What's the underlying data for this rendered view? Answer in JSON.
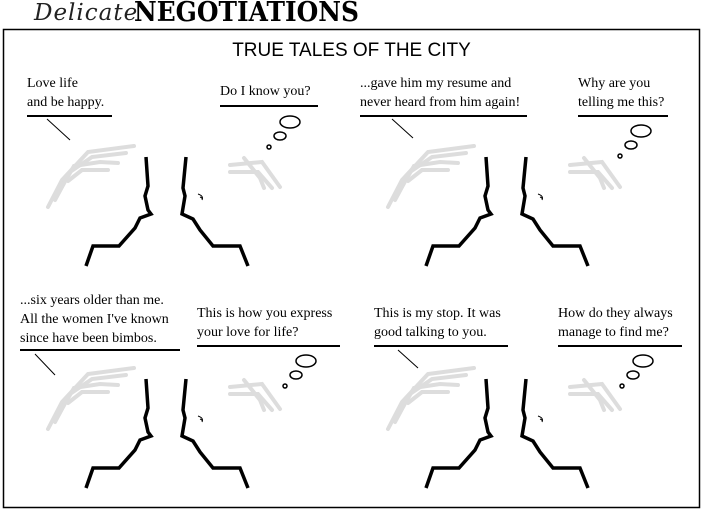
{
  "header": {
    "word1": "Delicate",
    "word2": "NEGOTIATIONS"
  },
  "title": "TRUE TALES OF THE CITY",
  "panels": [
    {
      "speech": [
        "Love life",
        "and be happy."
      ],
      "thought": [
        "Do I know you?"
      ]
    },
    {
      "speech": [
        "...gave him my resume and",
        "never heard from him again!"
      ],
      "thought": [
        "Why are you",
        "telling me this?"
      ]
    },
    {
      "speech": [
        "...six years older than me.",
        "All the women I've known",
        "since have been bimbos."
      ],
      "thought": [
        "This is how you express",
        "your love for life?"
      ]
    },
    {
      "speech": [
        "This is my stop. It was",
        "good talking to you."
      ],
      "thought": [
        "How do they always",
        "manage to find me?"
      ]
    }
  ]
}
